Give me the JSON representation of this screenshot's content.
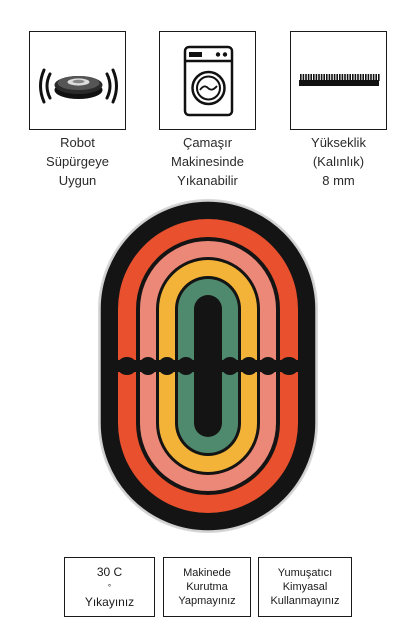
{
  "features": [
    {
      "icon": "robot-vacuum-icon",
      "lines": [
        "Robot",
        "Süpürgeye",
        "Uygun"
      ]
    },
    {
      "icon": "washing-machine-icon",
      "lines": [
        "Çamaşır",
        "Makinesinde",
        "Yıkanabilir"
      ]
    },
    {
      "icon": "pile-height-icon",
      "lines": [
        "Yükseklik",
        "(Kalınlık)",
        "8 mm"
      ]
    }
  ],
  "care": [
    {
      "lines": [
        "30 C",
        "Yıkayınız"
      ],
      "superscript": "°"
    },
    {
      "lines": [
        "Makinede",
        "Kurutma",
        "Yapmayınız"
      ]
    },
    {
      "lines": [
        "Yumuşatıcı",
        "Kimyasal",
        "Kullanmayınız"
      ]
    }
  ],
  "colors": {
    "black": "#141414",
    "red_orange": "#e8502e",
    "salmon": "#ec8877",
    "yellow": "#f2b338",
    "green": "#4f8a6e"
  }
}
